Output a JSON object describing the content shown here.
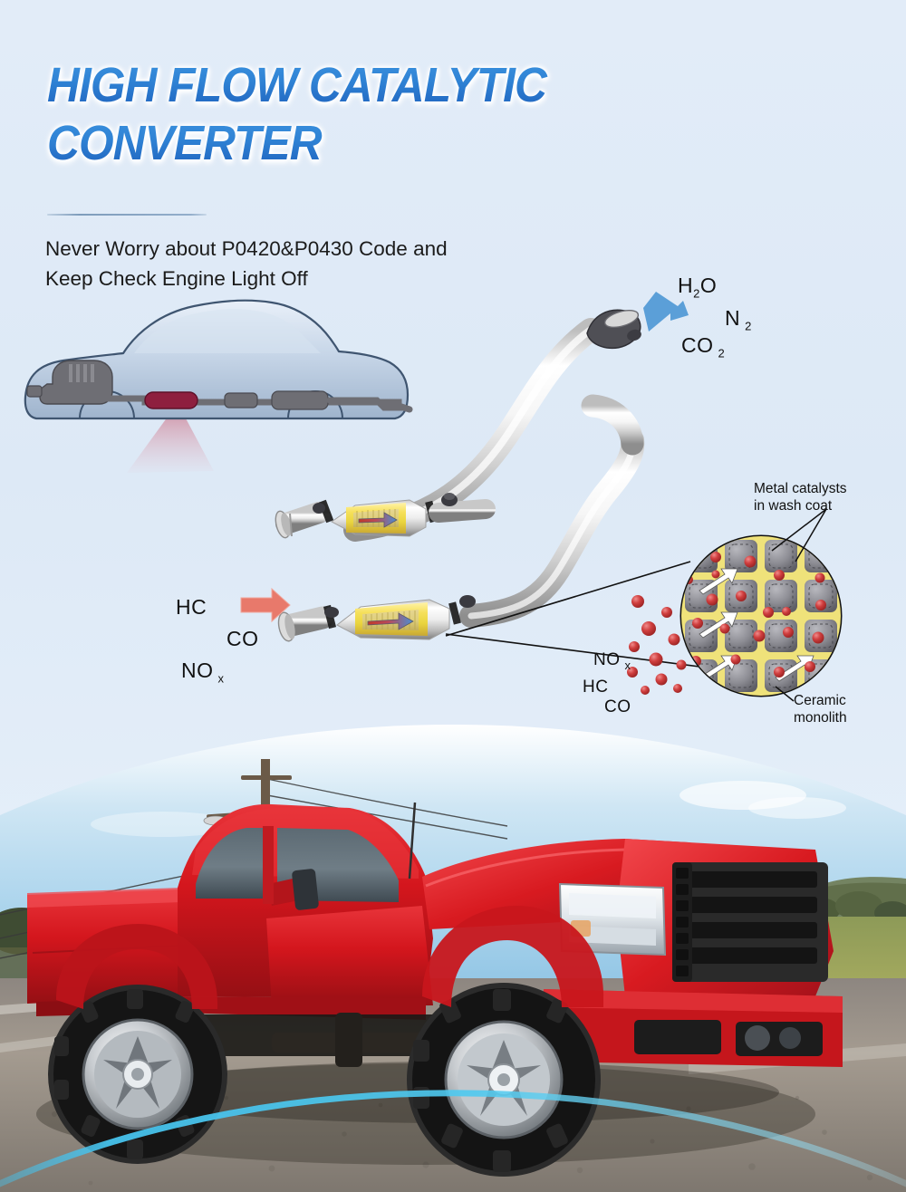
{
  "page": {
    "background_top": "#e2ecf8",
    "background_bottom": "#eef4fb",
    "accent_blue": "#2f82d4",
    "arc_stroke": "#4ec3ec"
  },
  "heading": {
    "line1": "HIGH FLOW CATALYTIC",
    "line2": "CONVERTER",
    "gradient_from": "#3d94e0",
    "gradient_to": "#1d5fbb"
  },
  "subtitle": {
    "line1": "Never Worry about P0420&P0430 Code and",
    "line2": "Keep Check Engine Light Off"
  },
  "diagram": {
    "output_gases": [
      {
        "formula": "H",
        "sub": "2",
        "tail": "O"
      },
      {
        "formula": "N",
        "sub": "2",
        "tail": ""
      },
      {
        "formula": "CO",
        "sub": "2",
        "tail": ""
      }
    ],
    "output_labels": [
      "H2O",
      "N2",
      "CO2"
    ],
    "input_gases": [
      "HC",
      "CO",
      "NOx"
    ],
    "input_labels": [
      {
        "formula": "HC",
        "sub": ""
      },
      {
        "formula": "CO",
        "sub": ""
      },
      {
        "formula": "NO",
        "sub": "x"
      }
    ],
    "particle_gases": [
      {
        "formula": "NO",
        "sub": "x"
      },
      {
        "formula": "HC",
        "sub": ""
      },
      {
        "formula": "CO",
        "sub": ""
      }
    ],
    "callout_catalyst": {
      "line1": "Metal catalysts",
      "line2": "in wash coat"
    },
    "callout_monolith": {
      "line1": "Ceramic",
      "line2": "monolith"
    },
    "colors": {
      "pipe_chrome": "#f2f2f2",
      "pipe_shadow": "#9a9a9a",
      "converter_gold": "#f3d94e",
      "converter_gold_dark": "#c9a83a",
      "honeycomb_yellow": "#efe27a",
      "cell_gray": "#8a8a8f",
      "particle_red": "#cc3b3b",
      "arrow_in": "#e8796b",
      "arrow_out": "#5b9fd8",
      "car_body": "#c3d2e6",
      "car_parts": "#6d6d73",
      "cat_highlight": "#8e1f3f"
    }
  },
  "photo": {
    "alt": "Red lifted Ford Super Duty pickup truck parked on gravel lot with field and sky",
    "sky": "#bcdcf0",
    "truck_red": "#d11f24",
    "ground": "#9c9389",
    "field": "#9aa05a"
  }
}
